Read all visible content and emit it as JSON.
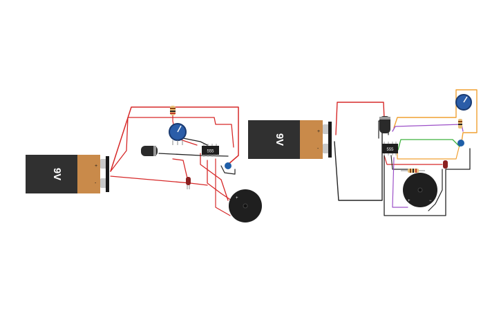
{
  "circuit_left": {
    "battery_label": "9V",
    "battery_plus": "+",
    "battery_minus": "-",
    "ic_label": "555",
    "buzzer_plus": "+"
  },
  "circuit_right": {
    "battery_label": "9V",
    "battery_plus": "+",
    "battery_minus": "-",
    "ic_label": "555",
    "buzzer_plus": "+",
    "buzzer_minus": "−"
  },
  "colors": {
    "wire_red": "#d62828",
    "wire_black": "#222222",
    "wire_orange": "#f0a030",
    "wire_purple": "#9b4fc7",
    "wire_green": "#3db23d",
    "battery_black": "#303030",
    "battery_copper": "#c98a4a",
    "pot_blue": "#2b5da8",
    "cap_blue": "#1f5fa8"
  }
}
